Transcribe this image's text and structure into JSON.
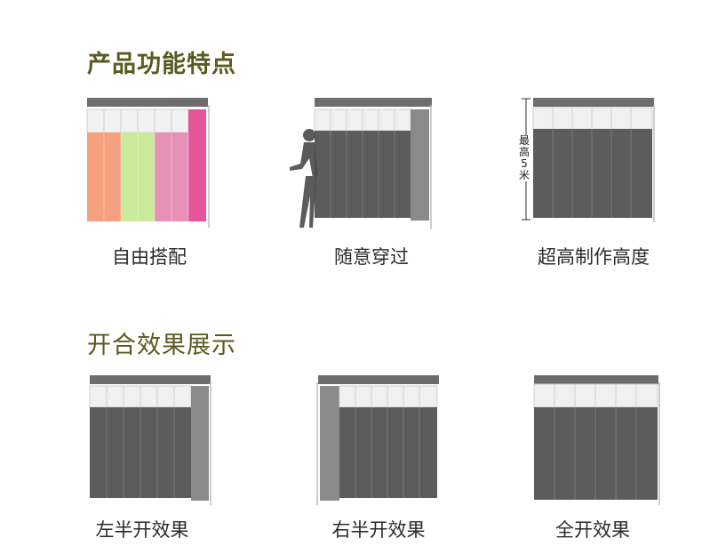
{
  "sections": {
    "features_title": "产品功能特点",
    "demo_title": "开合效果展示"
  },
  "features": [
    {
      "caption": "自由搭配",
      "icon": "colorful-curtain-icon"
    },
    {
      "caption": "随意穿过",
      "icon": "person-walking-through-curtain-icon"
    },
    {
      "caption": "超高制作高度",
      "icon": "tall-curtain-height-icon",
      "height_label": "最高5米"
    }
  ],
  "demos": [
    {
      "caption": "左半开效果",
      "icon": "left-half-open-curtain-icon"
    },
    {
      "caption": "右半开效果",
      "icon": "right-half-open-curtain-icon"
    },
    {
      "caption": "全开效果",
      "icon": "fully-open-curtain-icon"
    }
  ],
  "colors": {
    "title": "#5b5a1e",
    "curtain_dark": "#5c5c5c",
    "curtain_light_band": "#eeeeee",
    "curtain_open_panel": "#8a8a8a",
    "rail": "#6d6d6d",
    "salmon": "#f5a07f",
    "lime": "#cbe99a",
    "pink": "#e690b8",
    "magenta": "#e4559a"
  }
}
